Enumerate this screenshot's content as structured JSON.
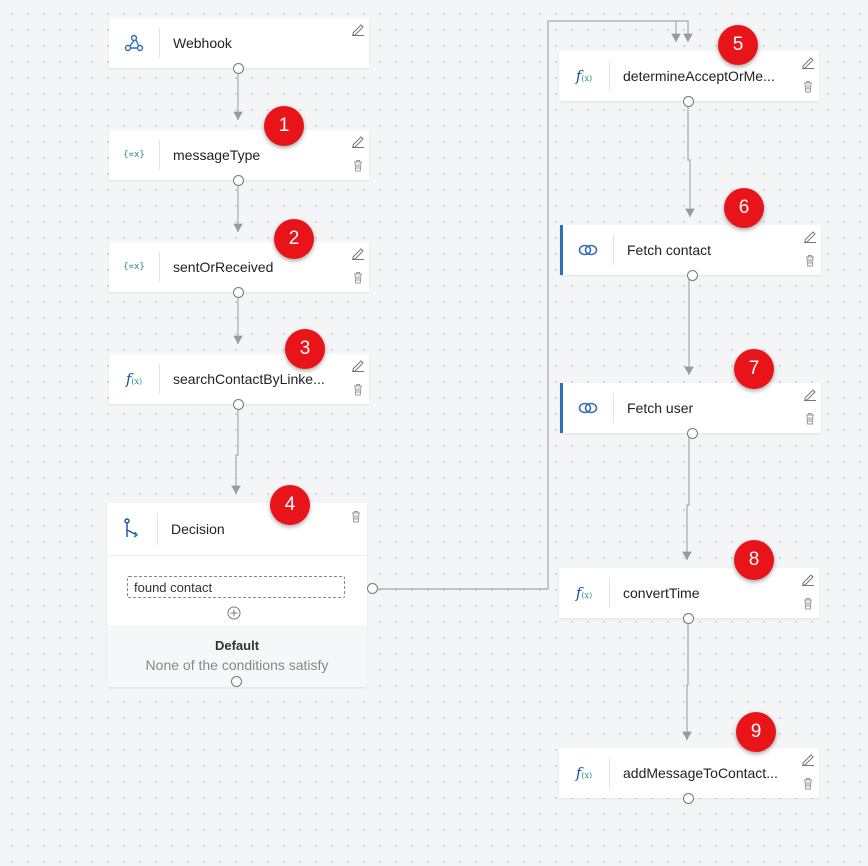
{
  "nodes": {
    "webhook": {
      "label": "Webhook",
      "icon": "webhook-icon"
    },
    "messageType": {
      "label": "messageType",
      "icon": "variable-icon",
      "icon_text": "{=x}"
    },
    "sentOrReceived": {
      "label": "sentOrReceived",
      "icon": "variable-icon",
      "icon_text": "{=x}"
    },
    "searchContact": {
      "label": "searchContactByLinke...",
      "icon": "function-icon"
    },
    "decision": {
      "label": "Decision",
      "icon": "decision-icon",
      "condition": "found contact",
      "default_title": "Default",
      "default_text": "None of the conditions satisfy"
    },
    "determineAccept": {
      "label": "determineAcceptOrMe...",
      "icon": "function-icon"
    },
    "fetchContact": {
      "label": "Fetch contact",
      "icon": "link-icon"
    },
    "fetchUser": {
      "label": "Fetch user",
      "icon": "link-icon"
    },
    "convertTime": {
      "label": "convertTime",
      "icon": "function-icon"
    },
    "addMessage": {
      "label": "addMessageToContact...",
      "icon": "function-icon"
    }
  },
  "badges": [
    "1",
    "2",
    "3",
    "4",
    "5",
    "6",
    "7",
    "8",
    "9"
  ],
  "colors": {
    "badge": "#e8141a",
    "accent": "#2f6fb6",
    "function": "#1b4fa0",
    "variable": "#1e8c7e"
  }
}
